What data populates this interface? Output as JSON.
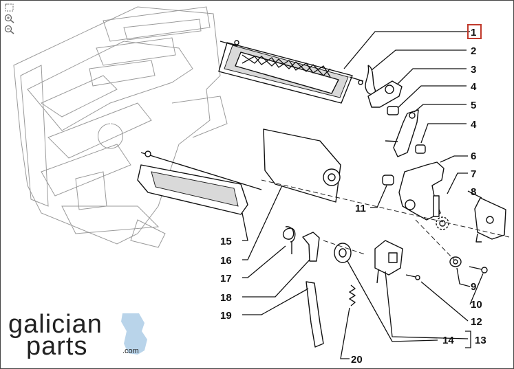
{
  "toolbar": {
    "items": [
      {
        "icon": "fit-view-icon"
      },
      {
        "icon": "zoom-in-icon"
      },
      {
        "icon": "zoom-out-icon"
      }
    ]
  },
  "callouts": [
    "1",
    "2",
    "3",
    "4",
    "5",
    "4",
    "6",
    "7",
    "8",
    "9",
    "10",
    "11",
    "12",
    "13",
    "14",
    "15",
    "16",
    "17",
    "18",
    "19",
    "20"
  ],
  "selected_callout": "1",
  "colors": {
    "selected_box": "#c0392b",
    "logo_blue": "#b9d4ea",
    "ink": "#111111"
  },
  "logo": {
    "line1": "galician",
    "line2": "parts",
    "suffix": ".com"
  }
}
